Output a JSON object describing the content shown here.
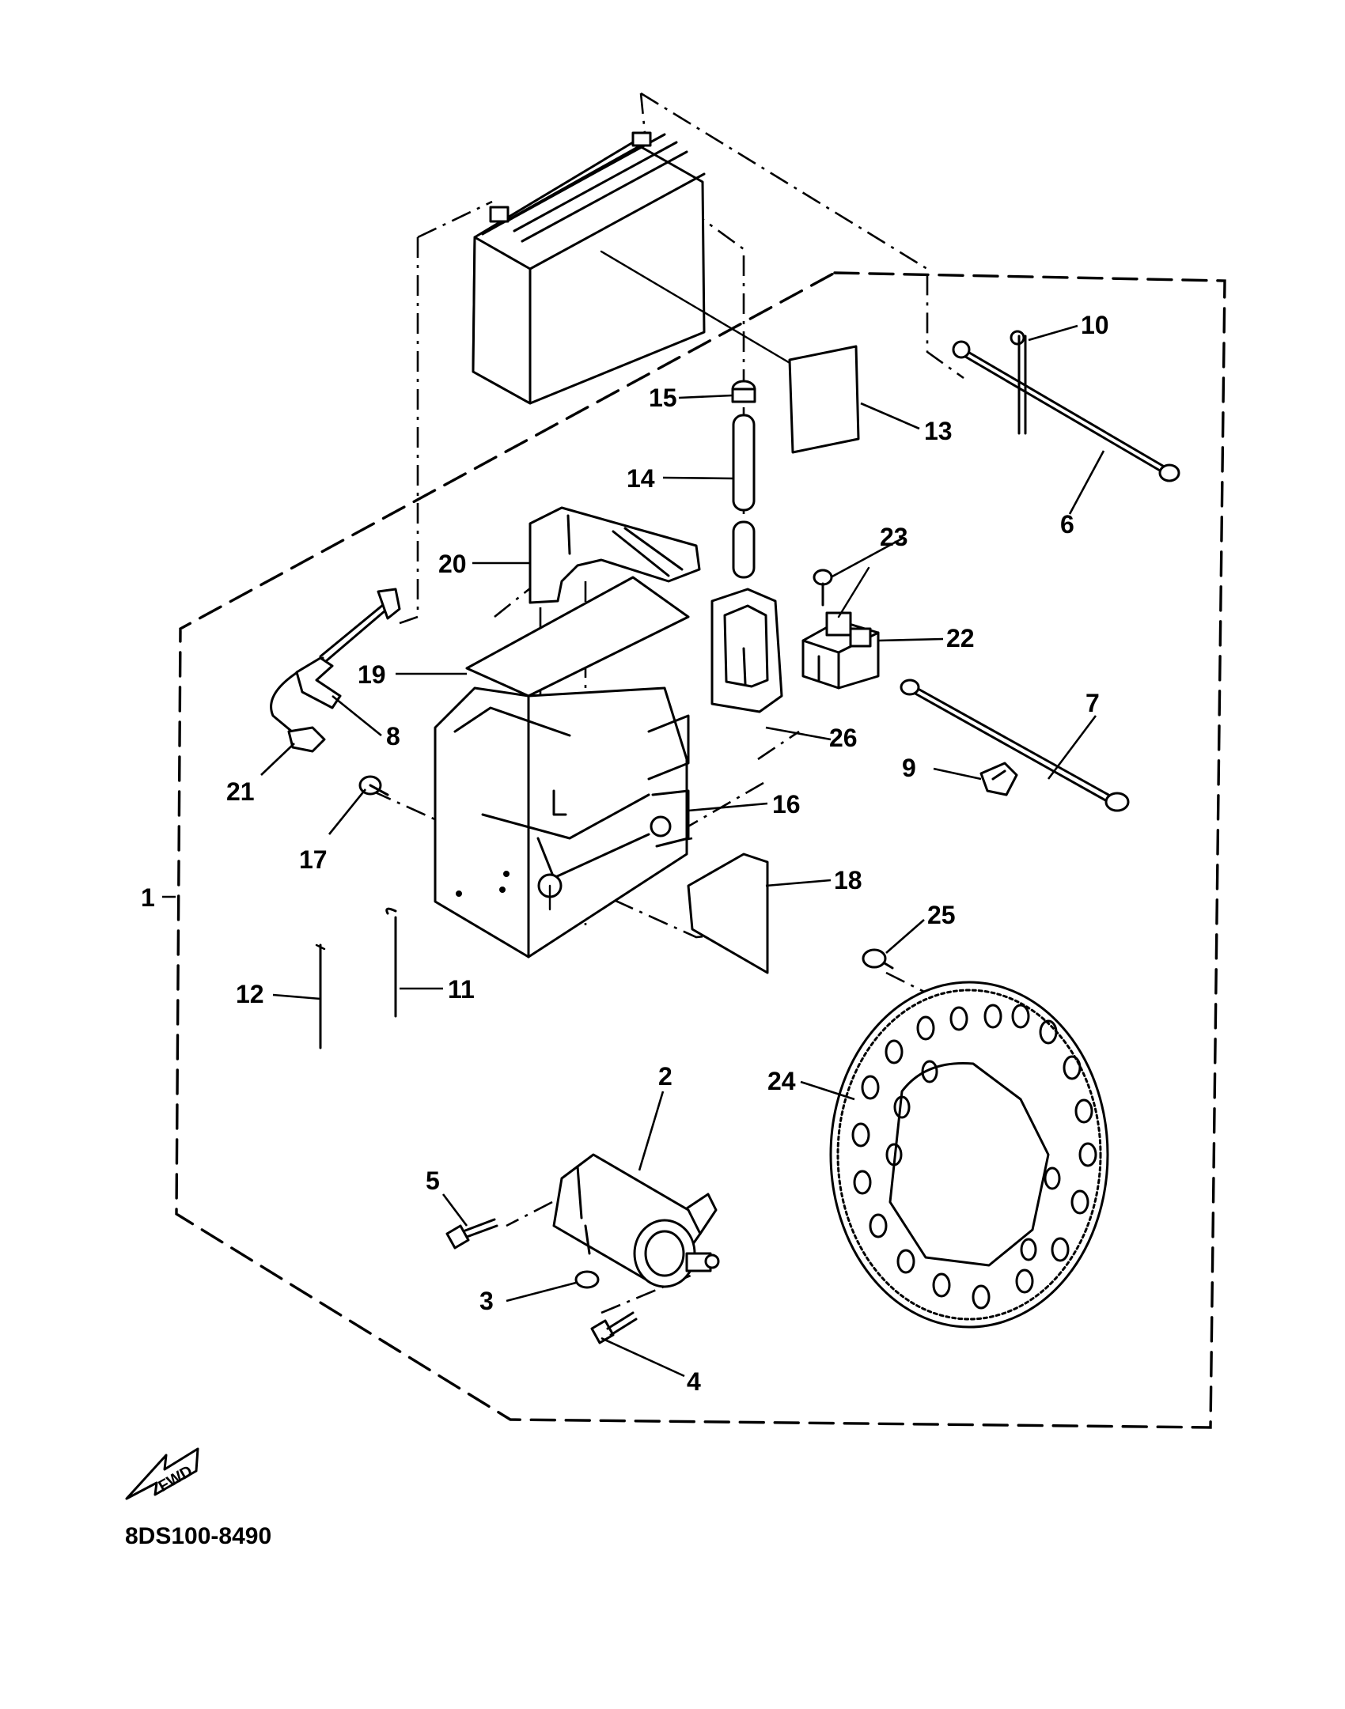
{
  "diagram": {
    "part_code": "8DS100-8490",
    "fwd_label": "FWD",
    "callouts": [
      "1",
      "2",
      "3",
      "4",
      "5",
      "6",
      "7",
      "8",
      "9",
      "10",
      "11",
      "12",
      "13",
      "14",
      "15",
      "16",
      "17",
      "18",
      "19",
      "20",
      "21",
      "22",
      "23",
      "24",
      "25",
      "26"
    ]
  }
}
